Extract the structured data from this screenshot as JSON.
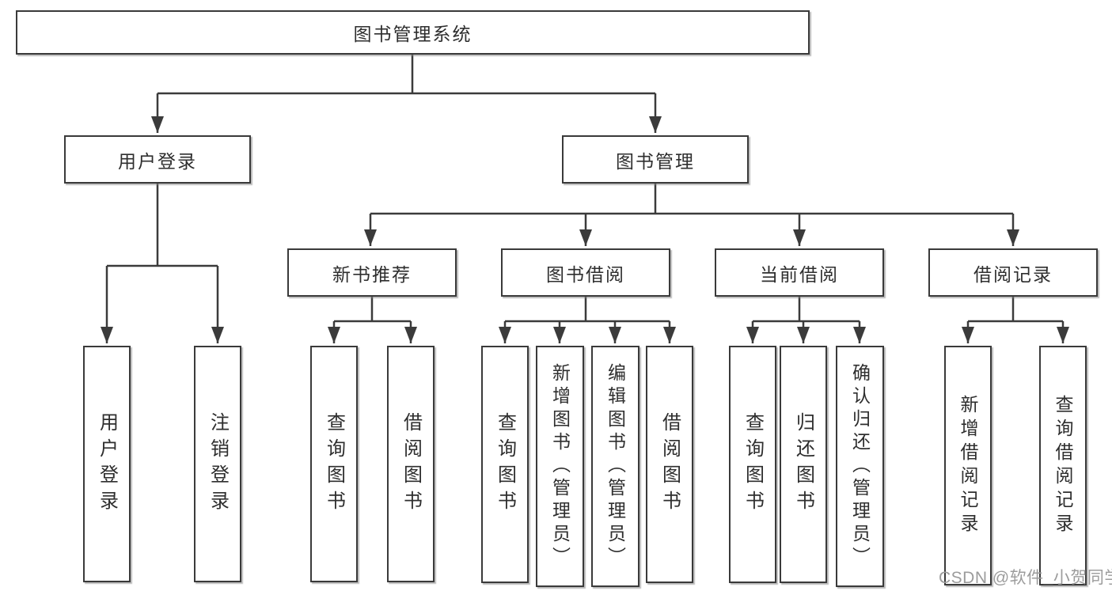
{
  "tree": {
    "label": "图书管理系统",
    "children": [
      {
        "label": "用户登录",
        "children": [
          {
            "label": "用户登录"
          },
          {
            "label": "注销登录"
          }
        ]
      },
      {
        "label": "图书管理",
        "children": [
          {
            "label": "新书推荐",
            "children": [
              {
                "label": "查询图书"
              },
              {
                "label": "借阅图书"
              }
            ]
          },
          {
            "label": "图书借阅",
            "children": [
              {
                "label": "查询图书"
              },
              {
                "label": "新增图书（管理员）"
              },
              {
                "label": "编辑图书（管理员）"
              },
              {
                "label": "借阅图书"
              }
            ]
          },
          {
            "label": "当前借阅",
            "children": [
              {
                "label": "查询图书"
              },
              {
                "label": "归还图书"
              },
              {
                "label": "确认归还（管理员）"
              }
            ]
          },
          {
            "label": "借阅记录",
            "children": [
              {
                "label": "新增借阅记录"
              },
              {
                "label": "查询借阅记录"
              }
            ]
          }
        ]
      }
    ]
  },
  "watermark": {
    "text": "CSDN @软件_小贺同学"
  },
  "colors": {
    "line": "#3b3b3b",
    "border": "#3a3a3a",
    "text": "#2e2e2e",
    "watermark": "#9c9c9c",
    "background": "#ffffff"
  }
}
